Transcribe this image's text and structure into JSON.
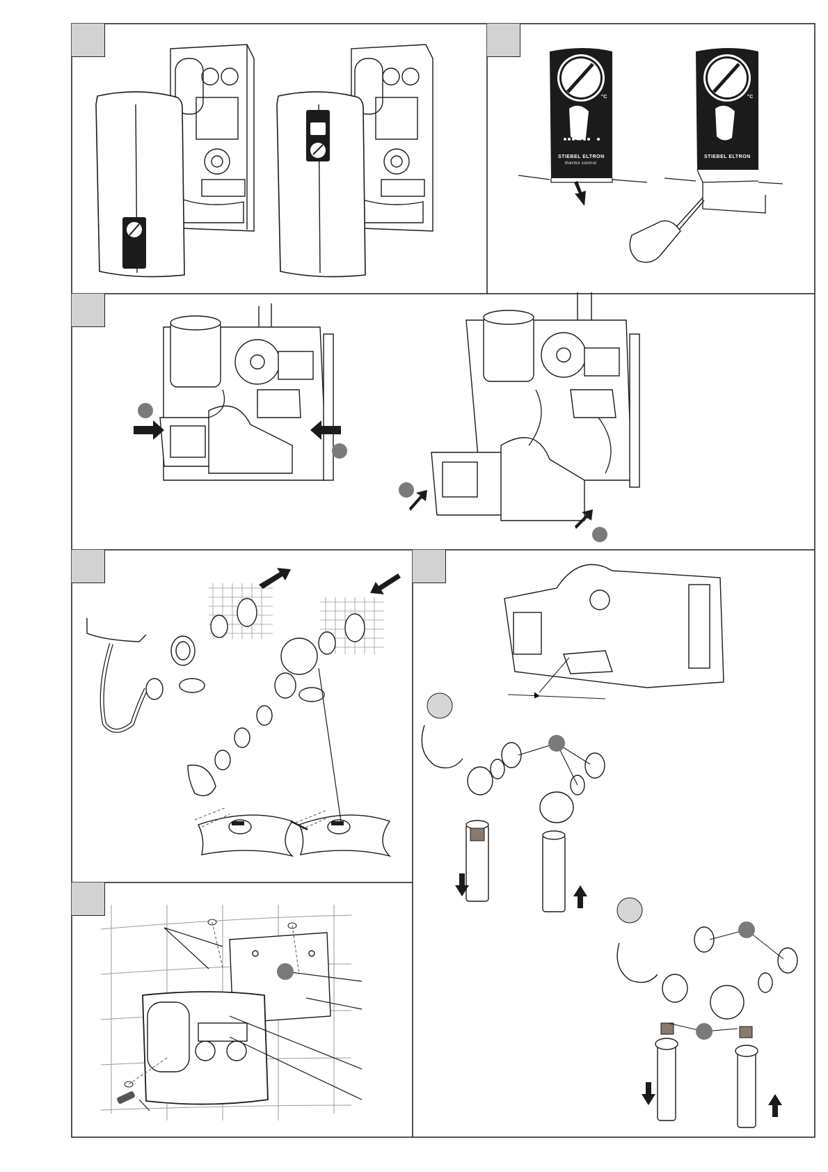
{
  "page": {
    "panels": [
      {
        "id": "p1",
        "name": "cover-removal"
      },
      {
        "id": "p2",
        "name": "control-panel-release"
      },
      {
        "id": "p3",
        "name": "bottom-frame-removal"
      },
      {
        "id": "p4",
        "name": "connection-fittings"
      },
      {
        "id": "p5",
        "name": "frame-and-pipe-connections"
      },
      {
        "id": "p6",
        "name": "wall-mounting"
      }
    ],
    "labels": {
      "brand_small": "STIEBEL ELTRON",
      "brand_panel": "STIEBEL ELTRON",
      "panel_subtitle": "thermo control",
      "degree_mark": "°C"
    },
    "colors": {
      "line": "#1a1a1a",
      "tag": "#d2d2d2",
      "marker": "#7a7a7a",
      "panel_dark": "#1b1b1b",
      "grid": "#9a9a9a"
    }
  }
}
